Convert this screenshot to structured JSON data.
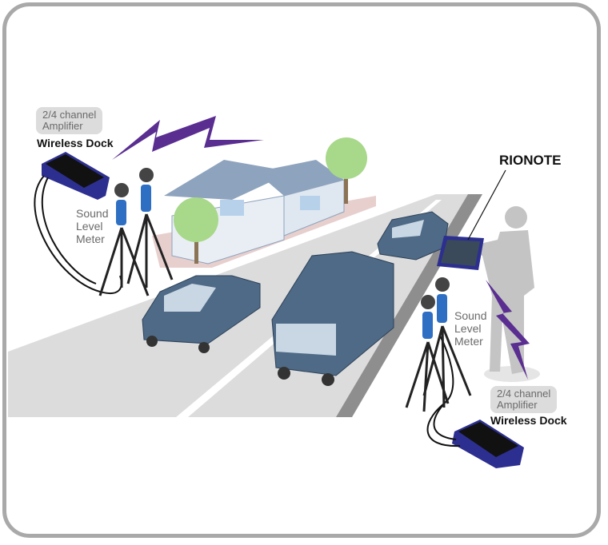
{
  "left_setup": {
    "amplifier_label_line1": "2/4 channel",
    "amplifier_label_line2": "Amplifier",
    "dock_label": "Wireless Dock",
    "meter_label_line1": "Sound",
    "meter_label_line2": "Level",
    "meter_label_line3": "Meter"
  },
  "right_setup": {
    "rionote_label": "RIONOTE",
    "meter_label_line1": "Sound",
    "meter_label_line2": "Level",
    "meter_label_line3": "Meter",
    "amplifier_label_line1": "2/4 channel",
    "amplifier_label_line2": "Amplifier",
    "dock_label": "Wireless Dock"
  },
  "colors": {
    "frame": "#a9a9a9",
    "road": "#dcdcdc",
    "vehicle": "#4f6a86",
    "device": "#2c2f8f",
    "wireless_bolt": "#5a2d91",
    "person": "#c4c4c4"
  }
}
